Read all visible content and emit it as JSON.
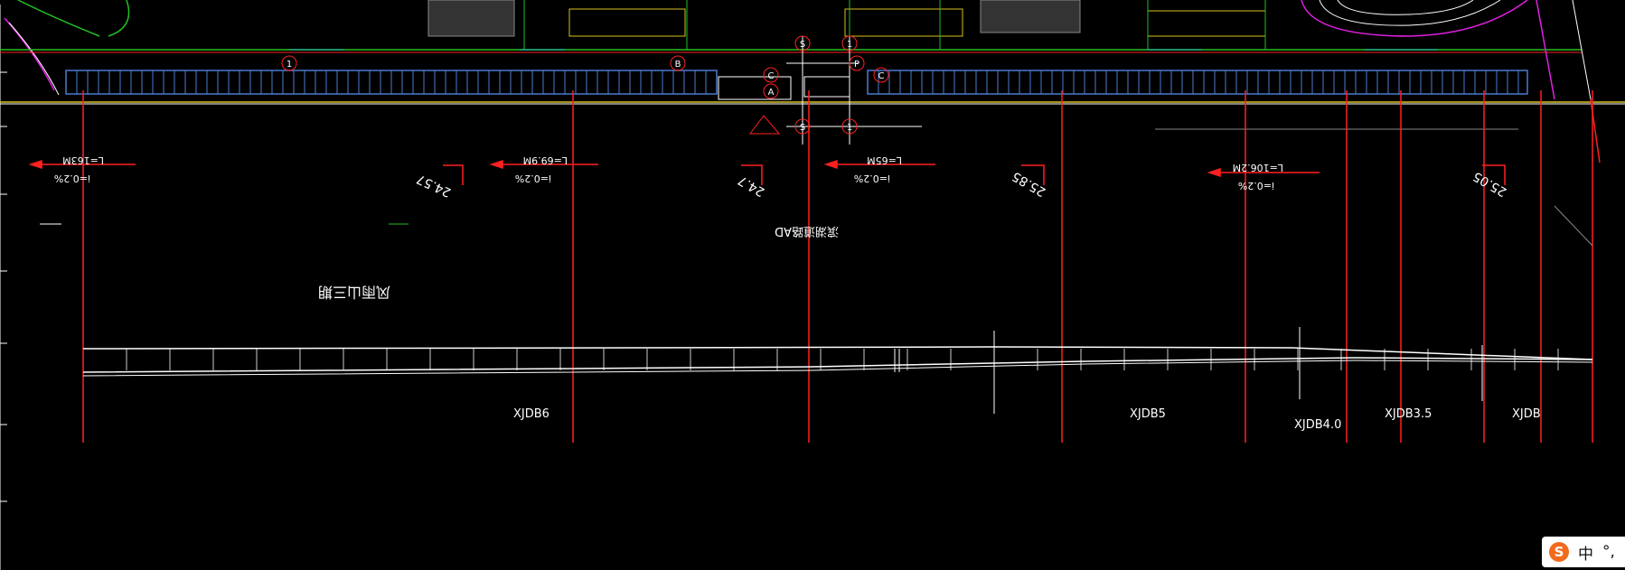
{
  "viewport": {
    "background": "#000000"
  },
  "colors": {
    "road_line": "#ff2020",
    "grid_line": "#ffffff",
    "green": "#22c022",
    "blue": "#4a7bd0",
    "cyan": "#28c8c8",
    "magenta": "#e020e0",
    "yellow": "#d8c020"
  },
  "plan_labels": {
    "drain_slope_1": "L=163M",
    "drain_grade_1": "i=0.2%",
    "drain_slope_2": "L=69.9M",
    "drain_grade_2": "i=0.2%",
    "drain_slope_3": "L=65M",
    "drain_grade_3": "i=0.2%",
    "drain_slope_4": "L=106.2M",
    "drain_grade_4": "i=0.2%",
    "elev_1": "24.57",
    "elev_2": "24.7",
    "elev_3": "25.85",
    "elev_4": "25.05",
    "zone_label_1": "风雨山三期",
    "zone_label_2": "滨湖道路AD",
    "circle_labels": [
      "1",
      "B",
      "S",
      "1",
      "C",
      "A",
      "P",
      "C",
      "S",
      "1"
    ]
  },
  "profile_labels": {
    "xjd_1": "XJDB6",
    "xjd_2": "XJDB5",
    "xjd_3": "XJDB4.0",
    "xjd_4": "XJDB3.5",
    "xjd_5": "XJDB"
  },
  "ime": {
    "logo_icon": "sogou-s-icon",
    "language": "中",
    "punctuation": "°,"
  }
}
